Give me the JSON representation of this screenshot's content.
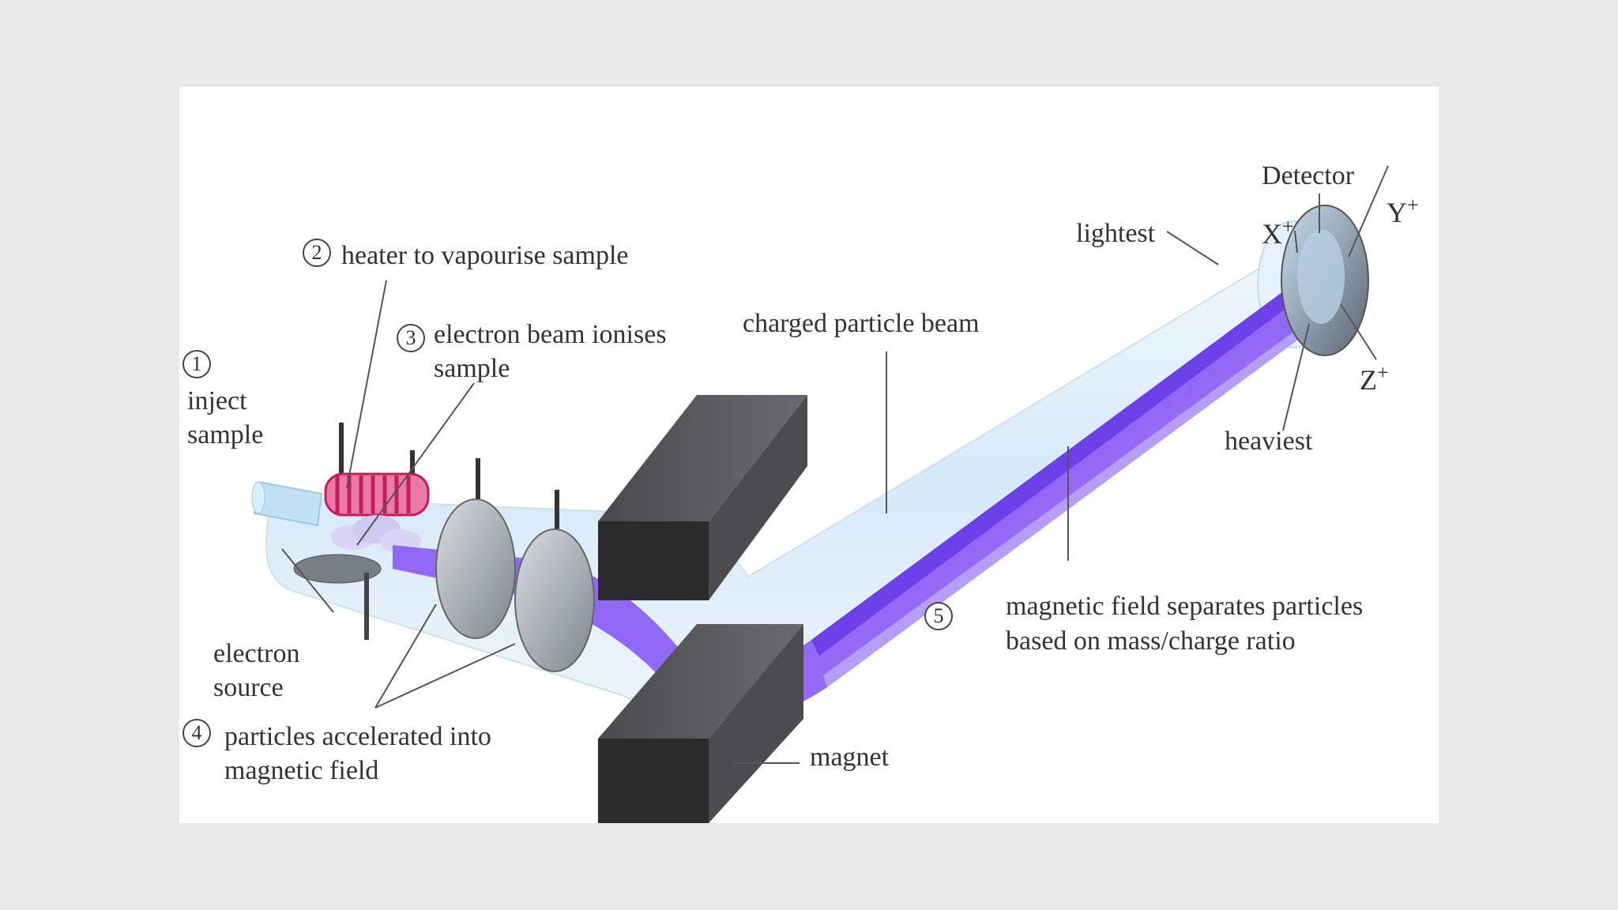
{
  "steps": {
    "s1": {
      "num": "1",
      "text1": "inject",
      "text2": "sample"
    },
    "s2": {
      "num": "2",
      "text": "heater to vapourise sample"
    },
    "s3": {
      "num": "3",
      "text1": "electron beam ionises",
      "text2": "sample"
    },
    "s4": {
      "num": "4",
      "text1": "particles accelerated into",
      "text2": "magnetic field"
    },
    "s5": {
      "num": "5",
      "text1": "magnetic field separates particles",
      "text2": "based on mass/charge ratio"
    }
  },
  "labels": {
    "electron_source_1": "electron",
    "electron_source_2": "source",
    "charged_particle_beam": "charged particle beam",
    "magnet": "magnet",
    "detector": "Detector",
    "lightest": "lightest",
    "heaviest": "heaviest"
  },
  "ions": {
    "x": {
      "letter": "X",
      "charge": "+"
    },
    "y": {
      "letter": "Y",
      "charge": "+"
    },
    "z": {
      "letter": "Z",
      "charge": "+"
    }
  },
  "colors": {
    "beam": "#8a5cf5",
    "tube": "#d6ecfa",
    "magnet": "#3a3a3c",
    "heater_coil": "#e0306e",
    "background": "#ffffff"
  }
}
